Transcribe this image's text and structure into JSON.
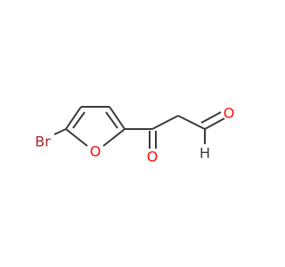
{
  "molecule": {
    "atoms": {
      "bromine": {
        "symbol": "Br",
        "color": "#a52a2a"
      },
      "furan_oxygen": {
        "symbol": "O",
        "color": "#ff0d0d"
      },
      "ketone_oxygen": {
        "symbol": "O",
        "color": "#ff0d0d"
      },
      "aldehyde_oxygen": {
        "symbol": "O",
        "color": "#ff0d0d"
      },
      "aldehyde_hydrogen": {
        "symbol": "H",
        "color": "#3a3a3a"
      }
    },
    "bond_color": "#3a3a3a"
  }
}
